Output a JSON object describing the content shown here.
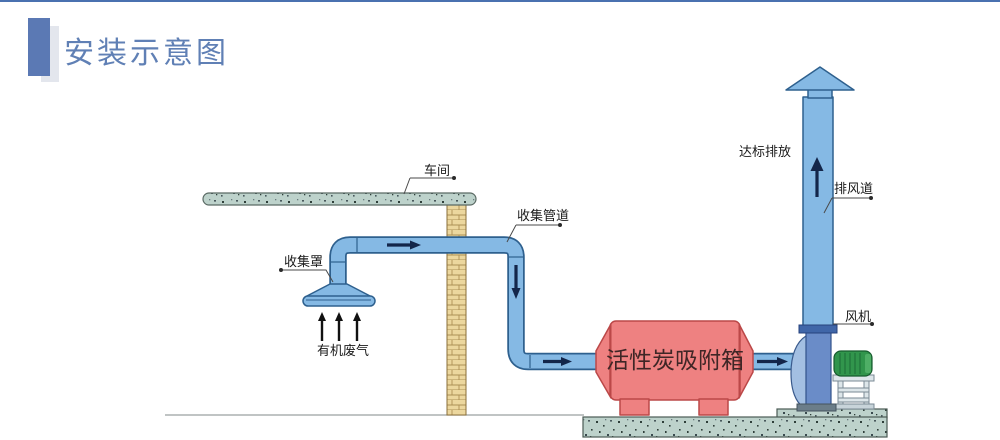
{
  "header": {
    "title": "安装示意图",
    "accent_color": "#5b79b4",
    "shadow_color": "#e3e6ed",
    "title_color": "#6080b5",
    "top_border_color": "#4a71b0"
  },
  "diagram": {
    "labels": {
      "workshop": "车间",
      "collection_hood": "收集罩",
      "organic_waste_gas": "有机废气",
      "collection_pipe": "收集管道",
      "adsorption_box": "活性炭吸附箱",
      "fan": "风机",
      "exhaust_duct": "排风道",
      "compliant_discharge": "达标排放"
    },
    "colors": {
      "pipe_fill": "#85b9e4",
      "pipe_outline": "#2e608e",
      "tank_fill": "#ee8181",
      "tank_outline": "#bb4848",
      "tank_text": "#3f2626",
      "fan_body": "#6a8cc8",
      "fan_volute": "#a3bfe2",
      "fan_flange": "#4066a8",
      "motor_green": "#31954c",
      "brick": "#ecd79e",
      "concrete": "#bdd2cb",
      "flow_arrow": "#13264a",
      "label_text": "#1a1a1a"
    }
  }
}
